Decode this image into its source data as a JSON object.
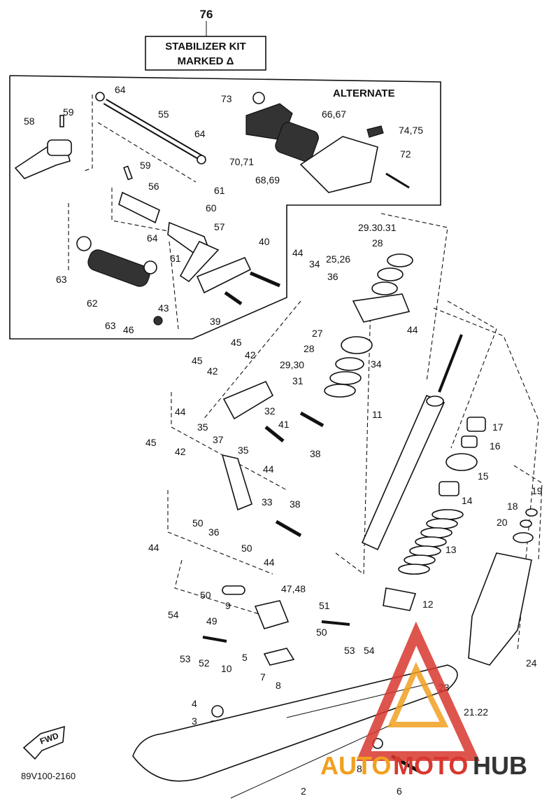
{
  "kit": {
    "number": "76",
    "line1": "STABILIZER KIT",
    "line2": "MARKED Δ"
  },
  "alternate_label": "ALTERNATE",
  "drawing_code": "89V100-2160",
  "fwd_label": "FWD",
  "watermark": {
    "auto": "AUTO",
    "moto": "MOTO",
    "hub": "HUB",
    "color_red": "#d8382f",
    "color_orange": "#f0a020",
    "color_dark": "#333333"
  },
  "callouts": {
    "c64a": "64",
    "c59a": "59",
    "c58": "58",
    "c55": "55",
    "c64b": "64",
    "c73": "73",
    "c6667": "66,67",
    "c7475": "74,75",
    "c7071": "70,71",
    "c6869": "68,69",
    "c72": "72",
    "c59b": "59",
    "c56": "56",
    "c61a": "61",
    "c60": "60",
    "c64c": "64",
    "c57": "57",
    "c61b": "61",
    "c63a": "63",
    "c62": "62",
    "c63b": "63",
    "c46": "46",
    "c43": "43",
    "c40": "40",
    "c39": "39",
    "c44a": "44",
    "c34a": "34",
    "c36a": "36",
    "c2526": "25,26",
    "c2930a": "29.30.31",
    "c28a": "28",
    "c27": "27",
    "c28b": "28",
    "c34b": "34",
    "c44b": "44",
    "c2930b": "29,30",
    "c31": "31",
    "c45a": "45",
    "c42a": "42",
    "c45b": "45",
    "c42b": "42",
    "c32": "32",
    "c41": "41",
    "c38a": "38",
    "c11": "11",
    "c44c": "44",
    "c35a": "35",
    "c37": "37",
    "c45c": "45",
    "c42c": "42",
    "c35b": "35",
    "c44d": "44",
    "c33": "33",
    "c38b": "38",
    "c17": "17",
    "c16": "16",
    "c15": "15",
    "c14": "14",
    "c13": "13",
    "c12": "12",
    "c19": "19",
    "c18": "18",
    "c20": "20",
    "c44e": "44",
    "c50a": "50",
    "c36b": "36",
    "c50b": "50",
    "c44f": "44",
    "c50c": "50",
    "c9": "9",
    "c4748": "47,48",
    "c51": "51",
    "c54a": "54",
    "c49": "49",
    "c50d": "50",
    "c53a": "53",
    "c54b": "54",
    "c53b": "53",
    "c52": "52",
    "c5": "5",
    "c10": "10",
    "c7": "7",
    "c8a": "8",
    "c4": "4",
    "c3": "3",
    "c23": "23",
    "c2122": "21.22",
    "c24": "24",
    "c2": "2",
    "c8b": "8",
    "c6": "6"
  }
}
